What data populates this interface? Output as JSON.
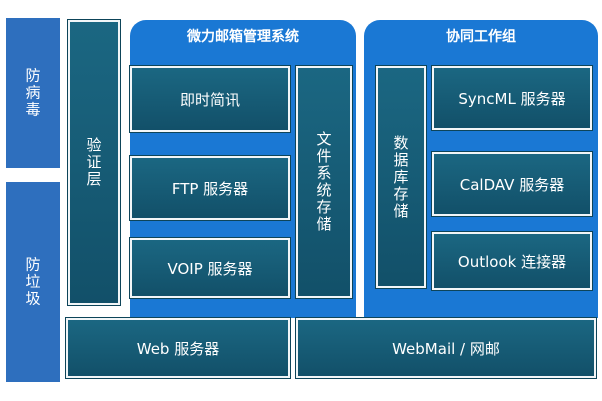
{
  "side_labels": {
    "antivirus": "防病毒",
    "antispam": "防垃圾",
    "auth_layer": "验证层"
  },
  "mail_system": {
    "title": "微力邮箱管理系统",
    "items": [
      "即时简讯",
      "FTP 服务器",
      "VOIP 服务器"
    ],
    "storage": "文件系统存储"
  },
  "collab": {
    "title": "协同工作组",
    "database": "数据库存储",
    "items": [
      "SyncML 服务器",
      "CalDAV 服务器",
      "Outlook 连接器"
    ]
  },
  "bottom": {
    "web_server": "Web 服务器",
    "webmail": "WebMail / 网邮"
  },
  "colors": {
    "panel": "#1a78d4",
    "box": "#145a74",
    "side": "#2e6fbe"
  }
}
